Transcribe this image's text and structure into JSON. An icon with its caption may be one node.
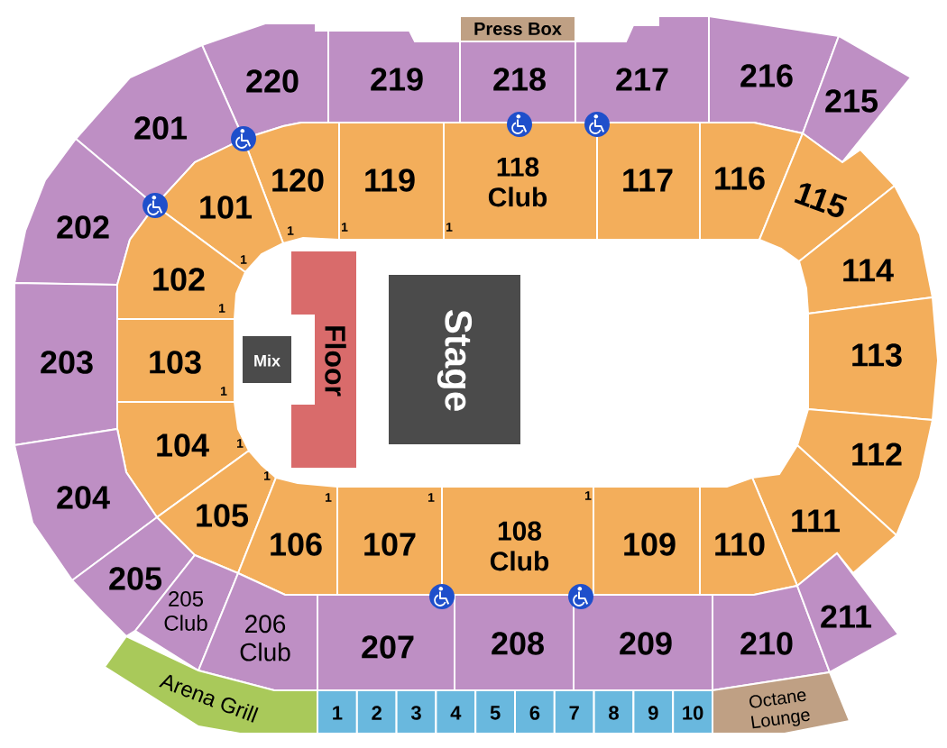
{
  "diagram": {
    "nodes": [
      {
        "text": [
          "Press Box"
        ]
      },
      {
        "text": [
          "220"
        ]
      },
      {
        "text": [
          "219"
        ]
      },
      {
        "text": [
          "218"
        ]
      },
      {
        "text": [
          "217"
        ]
      },
      {
        "text": [
          "216"
        ]
      },
      {
        "text": [
          "215"
        ]
      },
      {
        "text": [
          "201"
        ]
      },
      {
        "text": [
          "120",
          "1"
        ]
      },
      {
        "text": [
          "119",
          "1"
        ]
      },
      {
        "text": [
          "118 Club",
          "1"
        ]
      },
      {
        "text": [
          "117"
        ]
      },
      {
        "text": [
          "116"
        ]
      },
      {
        "text": [
          "115"
        ]
      },
      {
        "text": [
          "202"
        ]
      },
      {
        "text": [
          "101",
          "1"
        ]
      },
      {
        "text": [
          "102",
          "1"
        ]
      },
      {
        "text": [
          "114"
        ]
      },
      {
        "text": [
          "203"
        ]
      },
      {
        "text": [
          "103",
          "1"
        ]
      },
      {
        "text": [
          "Mix"
        ]
      },
      {
        "text": [
          "Floor"
        ]
      },
      {
        "text": [
          "Stage"
        ]
      },
      {
        "text": [
          "113"
        ]
      },
      {
        "text": [
          "104",
          "1"
        ]
      },
      {
        "text": [
          "112"
        ]
      },
      {
        "text": [
          "204"
        ]
      },
      {
        "text": [
          "105",
          "1"
        ]
      },
      {
        "text": [
          "111"
        ]
      },
      {
        "text": [
          "106",
          "1"
        ]
      },
      {
        "text": [
          "107",
          "1"
        ]
      },
      {
        "text": [
          "108 Club",
          "1"
        ]
      },
      {
        "text": [
          "109"
        ]
      },
      {
        "text": [
          "110"
        ]
      },
      {
        "text": [
          "205"
        ]
      },
      {
        "text": [
          "205 Club"
        ]
      },
      {
        "text": [
          "206 Club"
        ]
      },
      {
        "text": [
          "207"
        ]
      },
      {
        "text": [
          "208"
        ]
      },
      {
        "text": [
          "209"
        ]
      },
      {
        "text": [
          "210"
        ]
      },
      {
        "text": [
          "211"
        ]
      },
      {
        "text": [
          "Arena Grill"
        ]
      },
      {
        "text": [
          "1"
        ]
      },
      {
        "text": [
          "2"
        ]
      },
      {
        "text": [
          "3"
        ]
      },
      {
        "text": [
          "4"
        ]
      },
      {
        "text": [
          "5"
        ]
      },
      {
        "text": [
          "6"
        ]
      },
      {
        "text": [
          "7"
        ]
      },
      {
        "text": [
          "8"
        ]
      },
      {
        "text": [
          "9"
        ]
      },
      {
        "text": [
          "10"
        ]
      },
      {
        "text": [
          "Octane Lounge"
        ]
      }
    ]
  }
}
